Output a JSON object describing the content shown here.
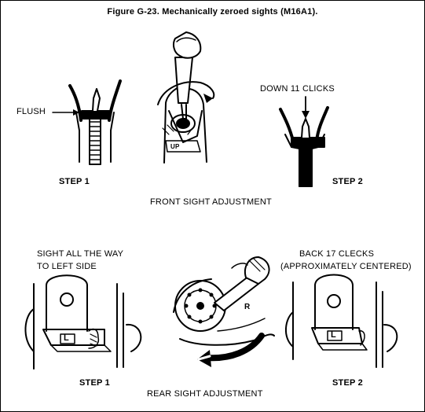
{
  "title": "Figure G-23. Mechanically zeroed sights (M16A1).",
  "front": {
    "section_label": "FRONT SIGHT ADJUSTMENT",
    "step1": {
      "step_label": "STEP 1",
      "callout": "FLUSH"
    },
    "tool_marking": "UP",
    "step2": {
      "step_label": "STEP 2",
      "callout": "DOWN 11 CLICKS"
    }
  },
  "rear": {
    "section_label": "REAR SIGHT ADJUSTMENT",
    "step1": {
      "step_label": "STEP 1",
      "callout_line1": "SIGHT ALL THE WAY",
      "callout_line2": "TO LEFT SIDE",
      "aperture_marking": "L"
    },
    "knob_marking": "R",
    "step2": {
      "step_label": "STEP 2",
      "callout_line1": "BACK 17 CLECKS",
      "callout_line2": "(APPROXIMATELY CENTERED)",
      "aperture_marking": "L"
    }
  }
}
